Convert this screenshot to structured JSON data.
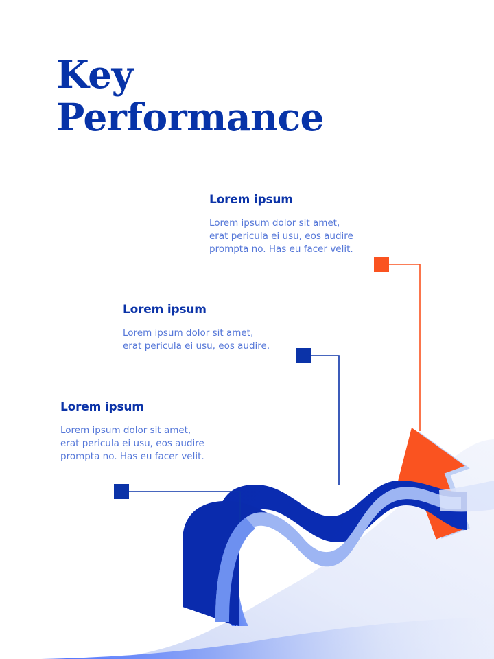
{
  "slide": {
    "title_lines": [
      "Key",
      "Performance"
    ],
    "background_color": "#ffffff",
    "accent_blue": "#0B33A8",
    "accent_orange": "#FA5320",
    "ribbon_blue": "#0A2BAD",
    "ribbon_highlight": "#8FAAF0",
    "body_text_color": "#5577D8"
  },
  "blocks": [
    {
      "id": "top",
      "heading": "Lorem ipsum",
      "body": "Lorem ipsum dolor sit amet,\nerat pericula ei usu, eos audire\nprompta no. Has eu facer velit.",
      "marker_color": "#FA5320",
      "marker_name": "connector-square-orange"
    },
    {
      "id": "middle",
      "heading": "Lorem ipsum",
      "body": "Lorem ipsum dolor sit amet,\nerat pericula ei usu, eos audire.",
      "marker_color": "#0B33A8",
      "marker_name": "connector-square-blue-middle"
    },
    {
      "id": "bottom",
      "heading": "Lorem ipsum",
      "body": "Lorem ipsum dolor sit amet,\nerat pericula ei usu, eos audire\nprompta no. Has eu facer velit.",
      "marker_color": "#0B33A8",
      "marker_name": "connector-square-blue-bottom"
    }
  ],
  "graphics": {
    "arrow_label": "upward-trend-arrow",
    "ribbon_label": "wave-ribbon",
    "backdrop_label": "gradient-backdrop"
  }
}
